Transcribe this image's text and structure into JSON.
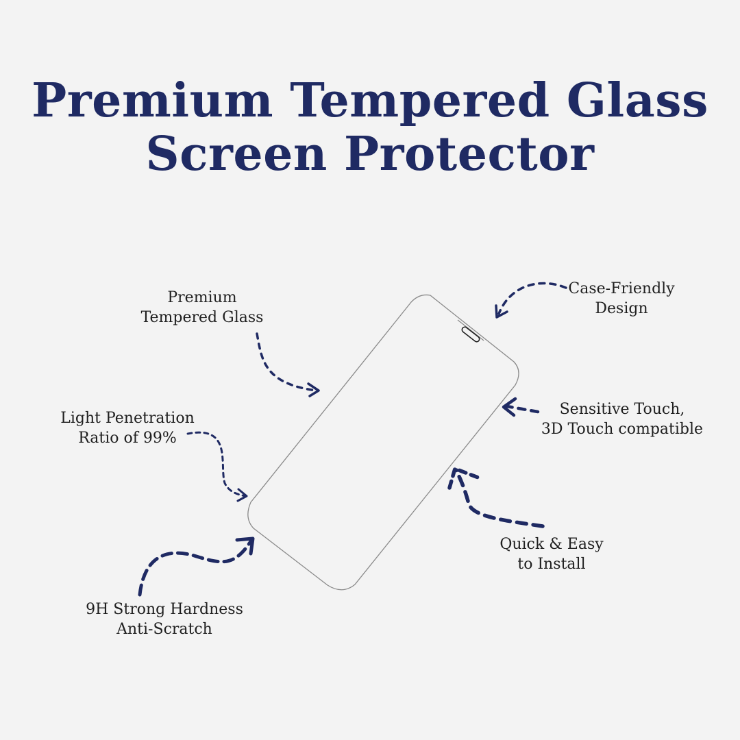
{
  "title": {
    "line1": "Premium Tempered Glass",
    "line2": "Screen Protector"
  },
  "callouts": {
    "premium_glass": {
      "line1": "Premium",
      "line2": "Tempered Glass"
    },
    "case_friendly": {
      "line1": "Case-Friendly",
      "line2": "Design"
    },
    "sensitive_touch": {
      "line1": "Sensitive Touch,",
      "line2": "3D Touch compatible"
    },
    "light_penetration": {
      "line1": "Light Penetration",
      "line2": "Ratio of 99%"
    },
    "quick_install": {
      "line1": "Quick & Easy",
      "line2": "to Install"
    },
    "hardness": {
      "line1": "9H Strong Hardness",
      "line2": "Anti-Scratch"
    }
  },
  "colors": {
    "title": "#1f2a63",
    "arrows": "#1f2a63",
    "text": "#1f1f1f",
    "background": "#f3f3f3",
    "outline": "#8a8a8a"
  }
}
